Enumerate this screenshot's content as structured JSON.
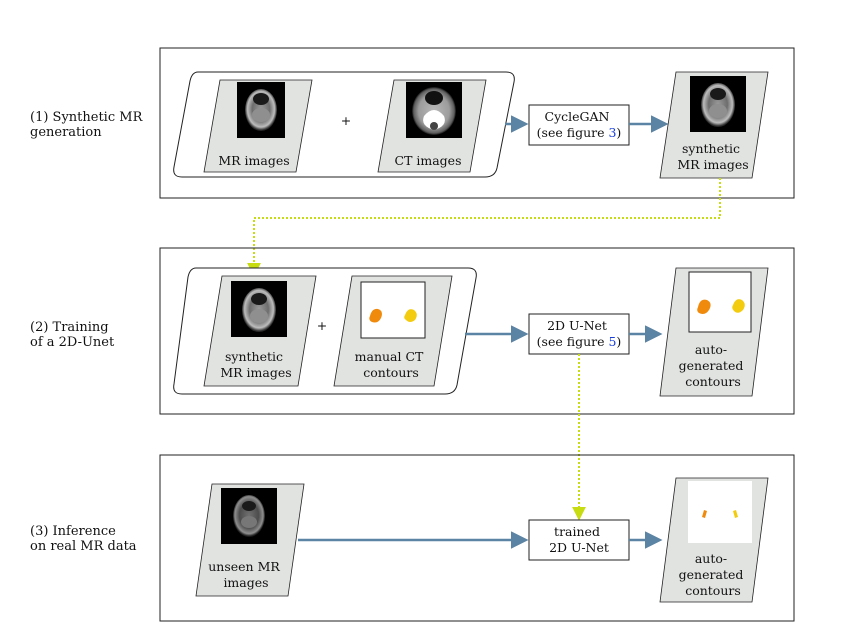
{
  "colors": {
    "parallelogram_fill": "#e1e3e1",
    "arrow_blue": "#5b83a3",
    "dotted_green": "#c8dc12",
    "contour_orange": "#f08a0c",
    "contour_yellow": "#f3cc10",
    "figure_ref_blue": "#1a3fd6"
  },
  "stages": [
    {
      "label_line1": "(1) Synthetic MR",
      "label_line2": "generation",
      "input_a_label": "MR images",
      "plus": "+",
      "input_b_label": "CT images",
      "process_line1": "CycleGAN",
      "process_line2_prefix": "(see figure ",
      "process_ref": "3",
      "process_line2_suffix": ")",
      "output_line1": "synthetic",
      "output_line2": "MR images"
    },
    {
      "label_line1": "(2) Training",
      "label_line2": "of a 2D-Unet",
      "input_a_line1": "synthetic",
      "input_a_line2": "MR images",
      "plus": "+",
      "input_b_line1": "manual CT",
      "input_b_line2": "contours",
      "process_line1": "2D U-Net",
      "process_line2_prefix": "(see figure ",
      "process_ref": "5",
      "process_line2_suffix": ")",
      "output_line1": "auto-",
      "output_line2": "generated",
      "output_line3": "contours"
    },
    {
      "label_line1": "(3) Inference",
      "label_line2": "on real MR data",
      "input_line1": "unseen MR",
      "input_line2": "images",
      "process_line1": "trained",
      "process_line2": "2D U-Net",
      "output_line1": "auto-",
      "output_line2": "generated",
      "output_line3": "contours"
    }
  ]
}
